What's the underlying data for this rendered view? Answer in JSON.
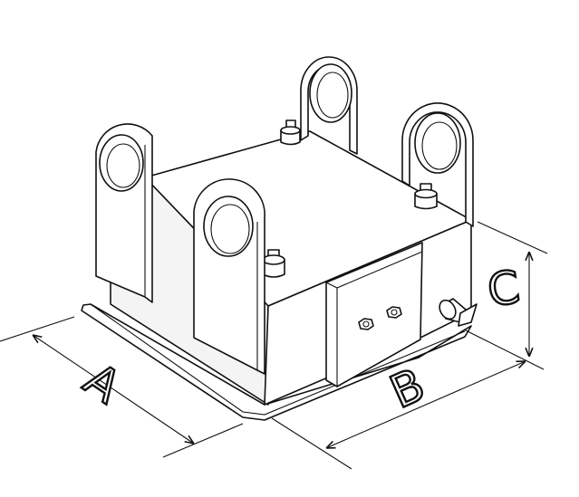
{
  "diagram": {
    "dimension_labels": {
      "a": "A",
      "b": "B",
      "c": "C"
    },
    "colors": {
      "line": "#111111",
      "fill": "#ffffff",
      "side_fill": "#f4f4f4"
    }
  }
}
